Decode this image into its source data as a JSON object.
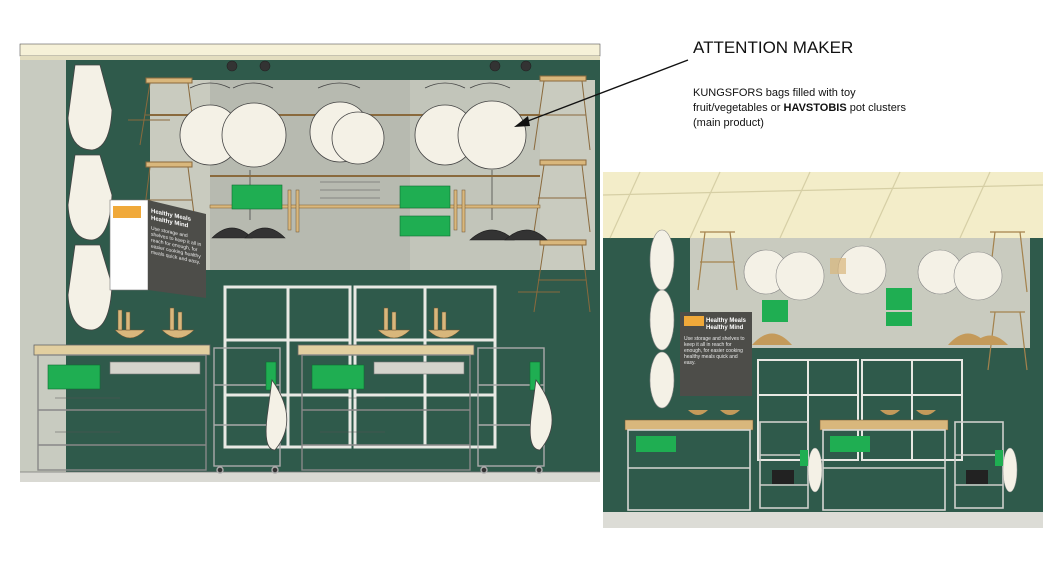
{
  "annotation": {
    "title": "ATTENTION MAKER",
    "text_before": "KUNGSFORS bags filled with toy fruit/vegetables or ",
    "text_bold": "HAVSTOBIS",
    "text_after": " pot clusters (main product)"
  },
  "sign": {
    "title_line1": "Healthy Meals",
    "title_line2": "Healthy Mind",
    "body": "Use storage and shelves to keep it all in reach for enough, for easier cooking healthy meals quick and easy."
  },
  "colors": {
    "wall_green": "#2f5a4b",
    "panel_grey": "#c9cbbf",
    "wood": "#d9b77c",
    "bag_white": "#f4f1e6",
    "accent_green": "#1fae52",
    "sign_dark": "#4d4d49",
    "label_orange": "#f0a93a",
    "pergola_cream": "#f3edc9"
  }
}
